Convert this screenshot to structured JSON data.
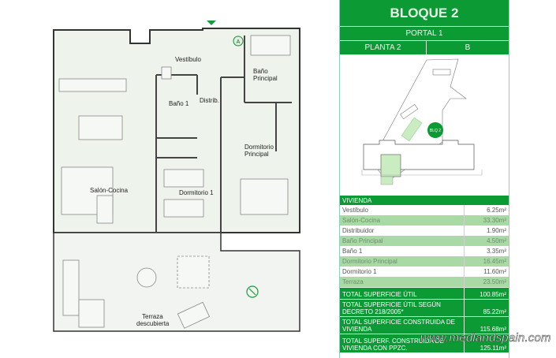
{
  "plan": {
    "rooms": {
      "vestibulo": "Vestíbulo",
      "bano_principal_1": "Baño",
      "bano_principal_2": "Principal",
      "bano1": "Baño 1",
      "distrib": "Distrib.",
      "dorm_principal_1": "Dormitorio",
      "dorm_principal_2": "Principal",
      "salon": "Salón-Cocina",
      "dorm1": "Dormitorio 1",
      "terraza_1": "Terraza",
      "terraza_2": "descubierta"
    },
    "entry_marker": "A"
  },
  "panel": {
    "title": "BLOQUE 2",
    "portal": "PORTAL 1",
    "planta": "PLANTA 2",
    "letter": "B",
    "site_badge": "BLQ 2",
    "table": {
      "header": "VIVIENDA",
      "rows": [
        {
          "label": "Vestíbulo",
          "value": "6.25m²"
        },
        {
          "label": "Salón-Cocina",
          "value": "33.30m²"
        },
        {
          "label": "Distribuidor",
          "value": "1.90m²"
        },
        {
          "label": "Baño Principal",
          "value": "4.50m²"
        },
        {
          "label": "Baño 1",
          "value": "3.35m²"
        },
        {
          "label": "Dormitorio Principal",
          "value": "16.45m²"
        },
        {
          "label": "Dormitorio 1",
          "value": "11.60m²"
        },
        {
          "label": "Terraza",
          "value": "23.50m²"
        }
      ],
      "totals": [
        {
          "label": "TOTAL SUPERFICIE ÚTIL",
          "value": "100.85m²"
        },
        {
          "label": "TOTAL SUPERFICIE ÚTIL SEGÚN DECRETO 218/2005*",
          "value": "85.22m²"
        },
        {
          "label": "TOTAL SUPERFICIE CONSTRUIDA DE VIVIENDA",
          "value": "115.68m²"
        },
        {
          "label": "TOTAL SUPERF. CONSTRUIDA DE VIVIENDA CON PPZC.",
          "value": "125.11m²"
        }
      ]
    }
  },
  "watermark": "www.medlandspain.com",
  "colors": {
    "brand_green": "#0b9a34",
    "light_green": "#a9d9a4",
    "plan_fill": "#eef3ec"
  }
}
